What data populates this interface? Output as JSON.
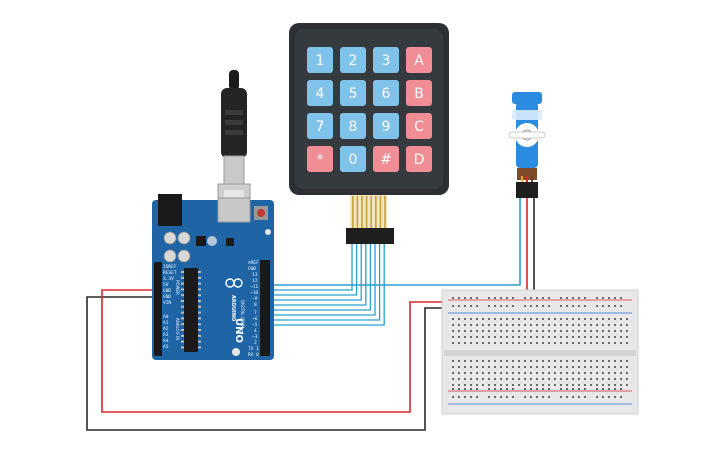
{
  "keypad": {
    "rows": [
      [
        "1",
        "2",
        "3",
        "A"
      ],
      [
        "4",
        "5",
        "6",
        "B"
      ],
      [
        "7",
        "8",
        "9",
        "C"
      ],
      [
        "*",
        "0",
        "#",
        "D"
      ]
    ],
    "digit_color": "#7fc3ea",
    "letter_color": "#f08d95",
    "body_color": "#2c2f33"
  },
  "arduino": {
    "model": "UNO",
    "brand": "ARDUINO",
    "board_color": "#1f65a6",
    "labels": {
      "aref": "AREF",
      "gnd": "GND",
      "d13": "13",
      "d12": "12",
      "d11": "~11",
      "d10": "~10",
      "d9": "~9",
      "d8": "8",
      "d7": "7",
      "d6": "~6",
      "d5": "~5",
      "d4": "4",
      "d3": "~3",
      "d2": "2",
      "tx": "TX 1",
      "rx": "RX 0",
      "digital": "DIGITAL (PWM ~)",
      "power": "POWER",
      "analog": "ANALOG IN",
      "ioref": "IOREF",
      "reset": "RESET",
      "v33": "3.3V",
      "v5": "5V",
      "gnd1": "GND",
      "gnd2": "GND",
      "vin": "VIN",
      "a0": "A0",
      "a1": "A1",
      "a2": "A2",
      "a3": "A3",
      "a4": "A4",
      "a5": "A5"
    }
  },
  "colors": {
    "wire_blue": "#2a9fd0",
    "wire_red": "#d9272e",
    "wire_black": "#2a2a2a",
    "breadboard": "#e8e8e8",
    "servo_body": "#2a8be0"
  }
}
